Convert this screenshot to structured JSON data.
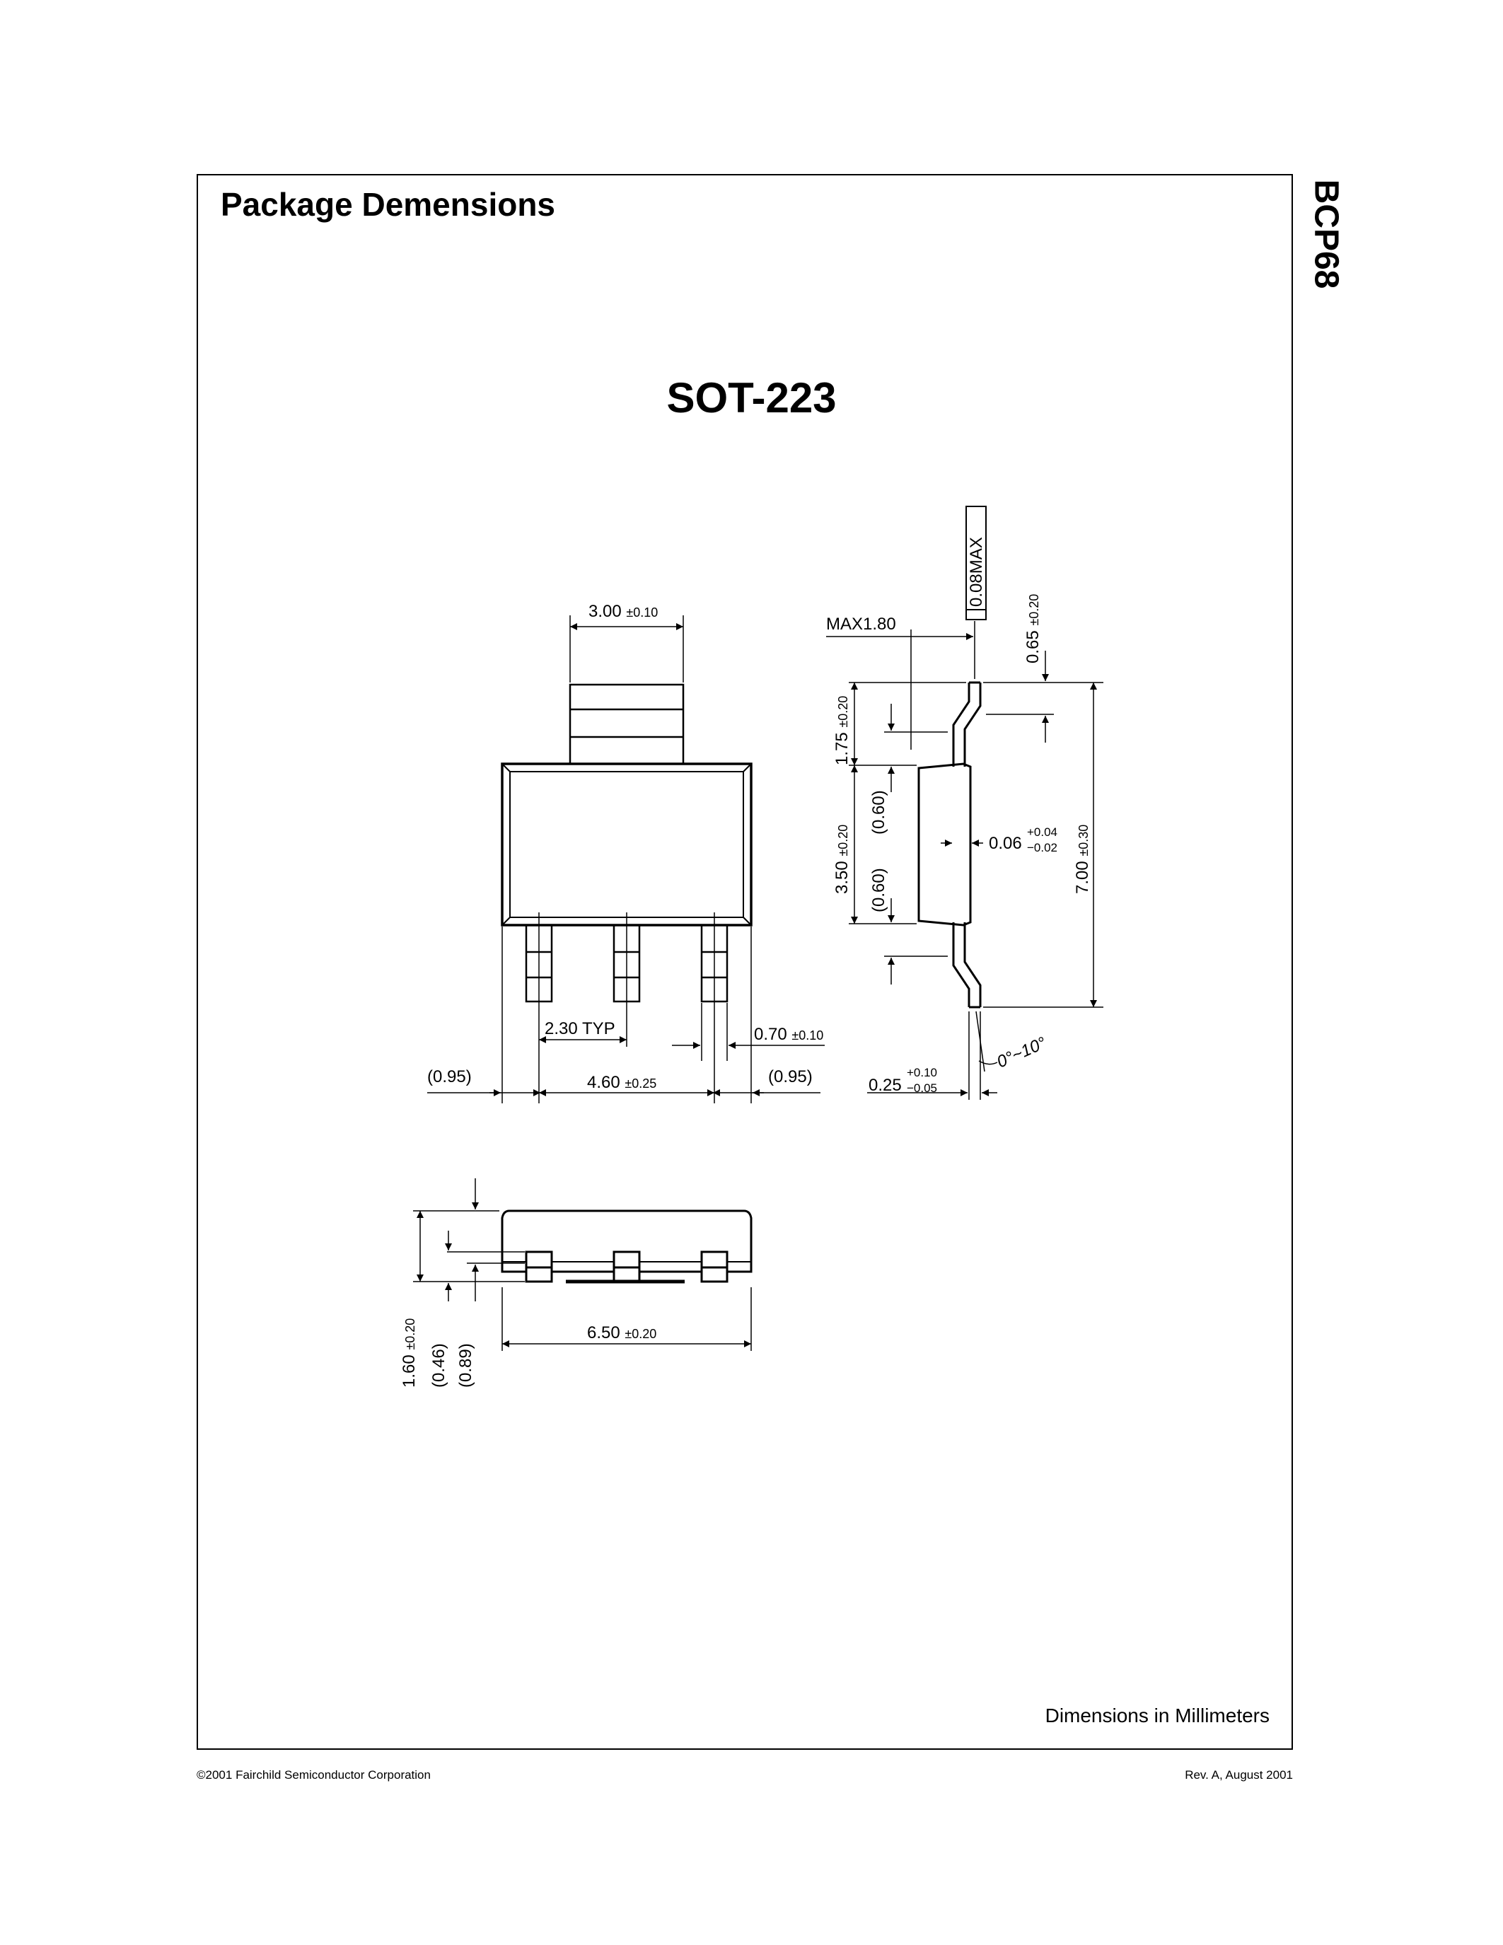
{
  "page": {
    "title": "Package Demensions",
    "part_number": "BCP68",
    "package_name": "SOT-223",
    "units_note": "Dimensions in Millimeters",
    "copyright": "©2001 Fairchild Semiconductor Corporation",
    "revision": "Rev. A, August 2001"
  },
  "dimensions": {
    "tab_width": {
      "value": "3.00",
      "tol": "±0.10"
    },
    "pitch": "2.30 TYP",
    "lead_width": {
      "value": "0.70",
      "tol": "±0.10"
    },
    "left_overhang": "(0.95)",
    "right_overhang": "(0.95)",
    "outer_pitch": {
      "value": "4.60",
      "tol": "±0.25"
    },
    "max_height": "MAX1.80",
    "flatness": "0.08MAX",
    "foot_length": {
      "value": "0.65",
      "tol": "±0.20"
    },
    "lead_length": {
      "value": "1.75",
      "tol": "±0.20"
    },
    "lead_offset_upper": "(0.60)",
    "lead_offset_lower": "(0.60)",
    "body_length": {
      "value": "3.50",
      "tol": "±0.20"
    },
    "standoff": {
      "value": "0.06",
      "tol_plus": "+0.04",
      "tol_minus": "−0.02"
    },
    "overall_length": {
      "value": "7.00",
      "tol": "±0.30"
    },
    "lead_thickness": {
      "value": "0.25",
      "tol_plus": "+0.10",
      "tol_minus": "−0.05"
    },
    "foot_angle": "0°~10°",
    "body_width": {
      "value": "6.50",
      "tol": "±0.20"
    },
    "body_height": {
      "value": "1.60",
      "tol": "±0.20"
    },
    "height_046": "(0.46)",
    "height_089": "(0.89)"
  }
}
